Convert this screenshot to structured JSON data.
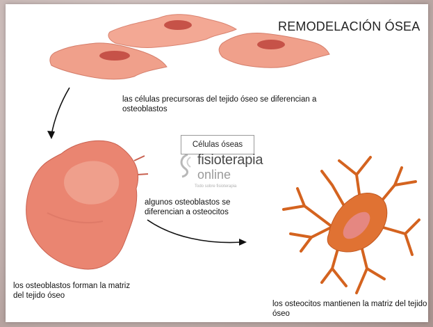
{
  "title": "REMODELACIÓN ÓSEA",
  "captions": {
    "precursors": "las células precursoras del tejido óseo se diferencian a osteoblastos",
    "osteoblasts_to_osteocytes": "algunos osteoblastos se diferencian a osteocitos",
    "osteoblasts_form": "los osteoblastos forman la matriz del tejido óseo",
    "osteocytes_maintain": "los osteocitos mantienen la matriz del tejido óseo"
  },
  "label_box": "Células óseas",
  "watermark": {
    "brand": "fisioterapia",
    "sub": "online",
    "tagline": "Todo sobre fisioterapia"
  },
  "colors": {
    "precursor_cell": "#ef9a87",
    "osteoblast": "#e9826f",
    "osteocyte": "#e0702e",
    "nucleus": "#c4483f",
    "frame_bg": "#c9b8b6"
  },
  "icons": [
    "arrow-down-icon",
    "arrow-right-icon",
    "fisioterapia-logo-icon"
  ]
}
